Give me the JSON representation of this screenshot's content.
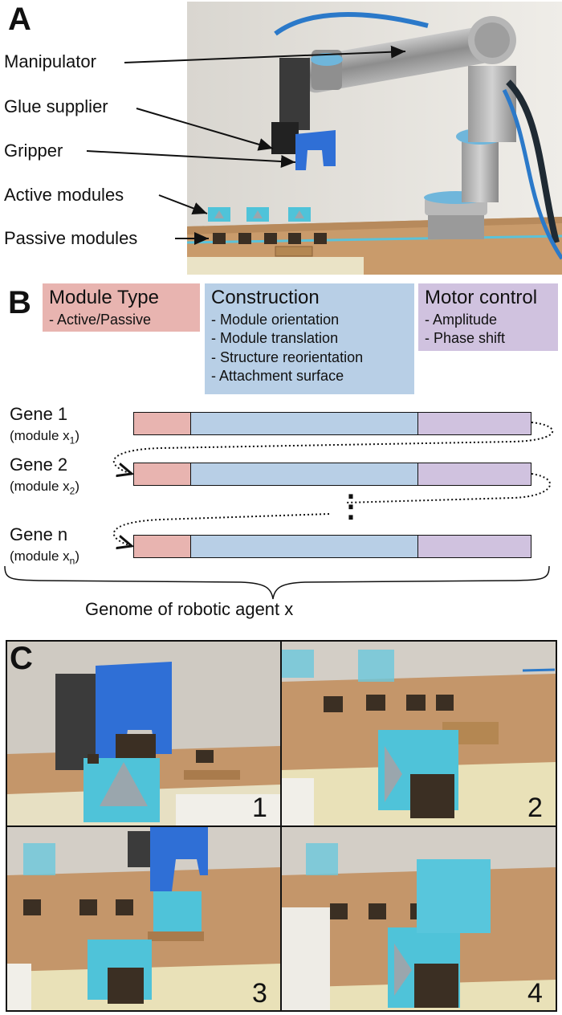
{
  "panels": {
    "a": "A",
    "b": "B",
    "c": "C"
  },
  "panel_a": {
    "labels": [
      "Manipulator",
      "Glue supplier",
      "Gripper",
      "Active modules",
      "Passive modules"
    ]
  },
  "panel_b": {
    "boxes": [
      {
        "title": "Module Type",
        "items": [
          "- Active/Passive"
        ],
        "color": "#e8b4b0"
      },
      {
        "title": "Construction",
        "items": [
          "- Module orientation",
          "- Module translation",
          "- Structure reorientation",
          "- Attachment surface"
        ],
        "color": "#b8cfe6"
      },
      {
        "title": "Motor control",
        "items": [
          "- Amplitude",
          "- Phase shift"
        ],
        "color": "#d0c2df"
      }
    ],
    "genes": [
      {
        "label": "Gene 1",
        "sub": "(module x",
        "sub_index": "1",
        "sub_close": ")"
      },
      {
        "label": "Gene 2",
        "sub": "(module x",
        "sub_index": "2",
        "sub_close": ")"
      },
      {
        "label": "Gene n",
        "sub": "(module x",
        "sub_index": "n",
        "sub_close": ")"
      }
    ],
    "ellipsis": "⋮",
    "genome_caption": "Genome of robotic agent x"
  },
  "panel_c": {
    "numbers": [
      "1",
      "2",
      "3",
      "4"
    ]
  },
  "colors": {
    "module_type": "#e8b4b0",
    "construction": "#b8cfe6",
    "motor_control": "#d0c2df",
    "cyan_module": "#4fc3d9",
    "gripper_blue": "#2f6fd6"
  }
}
